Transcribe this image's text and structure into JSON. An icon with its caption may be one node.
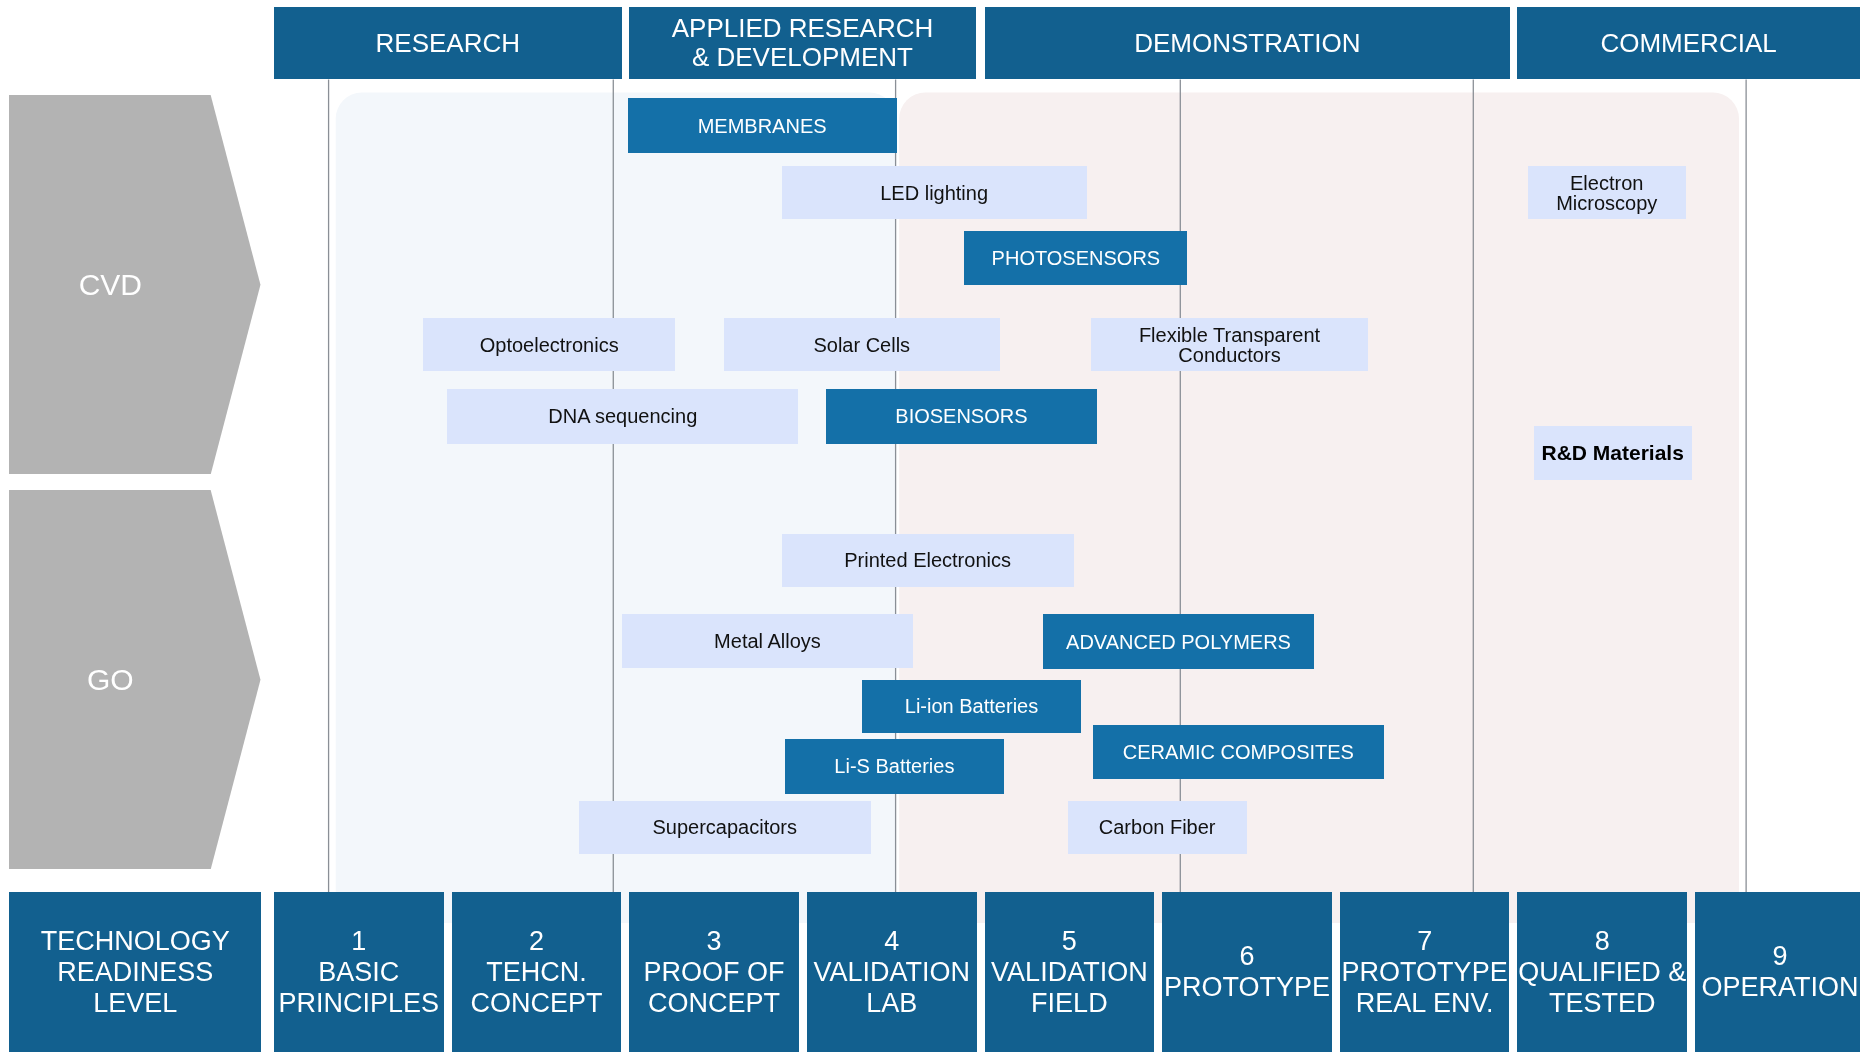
{
  "diagram": {
    "nodes": [
      {
        "text": [
          "RESEARCH"
        ]
      },
      {
        "text": [
          "APPLIED RESEARCH & DEVELOPMENT"
        ]
      },
      {
        "text": [
          "DEMONSTRATION"
        ]
      },
      {
        "text": [
          "COMMERCIAL"
        ]
      },
      {
        "text": [
          "CVD"
        ]
      },
      {
        "text": [
          "MEMBRANES"
        ]
      },
      {
        "text": [
          "LED lighting"
        ]
      },
      {
        "text": [
          "Electron Microscopy"
        ]
      },
      {
        "text": [
          "PHOTOSENSORS"
        ]
      },
      {
        "text": [
          "Optoelectronics"
        ]
      },
      {
        "text": [
          "Solar Cells"
        ]
      },
      {
        "text": [
          "Flexible Transparent Conductors"
        ]
      },
      {
        "text": [
          "DNA sequencing"
        ]
      },
      {
        "text": [
          "BIOSENSORS"
        ]
      },
      {
        "text": [
          "R&D Materials"
        ]
      },
      {
        "text": [
          "GO"
        ]
      },
      {
        "text": [
          "Printed Electronics"
        ]
      },
      {
        "text": [
          "Metal Alloys"
        ]
      },
      {
        "text": [
          "ADVANCED POLYMERS"
        ]
      },
      {
        "text": [
          "Li-ion Batteries"
        ]
      },
      {
        "text": [
          "CERAMIC COMPOSITES"
        ]
      },
      {
        "text": [
          "Li-S Batteries"
        ]
      },
      {
        "text": [
          "Supercapacitors"
        ]
      },
      {
        "text": [
          "Carbon Fiber"
        ]
      },
      {
        "text": [
          "TECHNOLOGY READINESS LEVEL"
        ]
      },
      {
        "text": [
          "1",
          "BASIC PRINCIPLES"
        ]
      },
      {
        "text": [
          "2",
          "TEHCN. CONCEPT"
        ]
      },
      {
        "text": [
          "3",
          "PROOF OF CONCEPT"
        ]
      },
      {
        "text": [
          "4",
          "VALIDATION LAB"
        ]
      },
      {
        "text": [
          "5",
          "VALIDATION FIELD"
        ]
      },
      {
        "text": [
          "6",
          "PROTOTYPE"
        ]
      },
      {
        "text": [
          "7",
          "PROTOTYPE REAL ENV."
        ]
      },
      {
        "text": [
          "8",
          "QUALIFIED & TESTED"
        ]
      },
      {
        "text": [
          "9",
          "OPERATION"
        ]
      }
    ],
    "edges": []
  }
}
